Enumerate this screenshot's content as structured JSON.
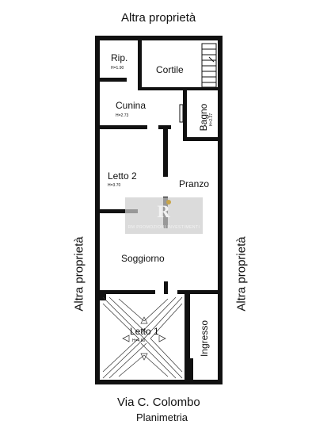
{
  "borders": {
    "top": "Altra proprietà",
    "left": "Altra proprietà",
    "right": "Altra proprietà",
    "bottom_street": "Via C. Colombo"
  },
  "caption": "Planimetria",
  "rooms": {
    "rip": {
      "name": "Rip.",
      "height": "H=1.90"
    },
    "cortile": {
      "name": "Cortile"
    },
    "cunina": {
      "name": "Cunina",
      "height": "H=2.73"
    },
    "bagno": {
      "name": "Bagno",
      "height": "H=2.37"
    },
    "letto2": {
      "name": "Letto 2",
      "height": "H=3.70"
    },
    "pranzo": {
      "name": "Pranzo"
    },
    "soggiorno": {
      "name": "Soggiorno"
    },
    "letto1": {
      "name": "Letto 1",
      "height": "H=4.60"
    },
    "ingresso": {
      "name": "Ingresso"
    }
  },
  "watermark": {
    "logo_letter": "R",
    "brand": "RM PROMOZIONI INVESTIMENTI"
  },
  "colors": {
    "wall": "#111111",
    "background": "#ffffff",
    "watermark": "#cdcdcd"
  }
}
